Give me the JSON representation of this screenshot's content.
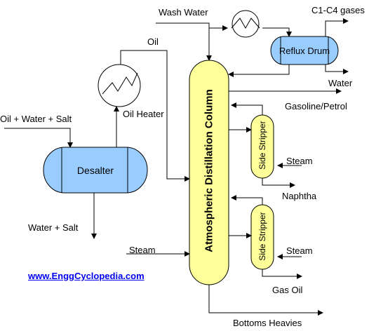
{
  "streams": {
    "wash_water": "Wash Water",
    "c1_c4_gases": "C1-C4 gases",
    "oil": "Oil",
    "water": "Water",
    "gasoline_petrol": "Gasoline/Petrol",
    "oil_water_salt": "Oil + Water + Salt",
    "oil_heater": "Oil Heater",
    "steam_upper": "Steam",
    "naphtha": "Naphtha",
    "water_salt": "Water + Salt",
    "steam_left": "Steam",
    "steam_lower": "Steam",
    "gas_oil": "Gas Oil",
    "bottoms_heavies": "Bottoms Heavies"
  },
  "equipment": {
    "reflux_drum": "Reflux Drum",
    "desalter": "Desalter",
    "column": "Atmospheric Distillation Column",
    "side_stripper_upper": "Side Stripper",
    "side_stripper_lower": "Side Stripper"
  },
  "footer": {
    "link": "www.EnggCyclopedia.com"
  },
  "colors": {
    "column_fill": "#ffff99",
    "vessel_fill": "#99ccff",
    "line": "#000000",
    "link": "#0000ee"
  }
}
